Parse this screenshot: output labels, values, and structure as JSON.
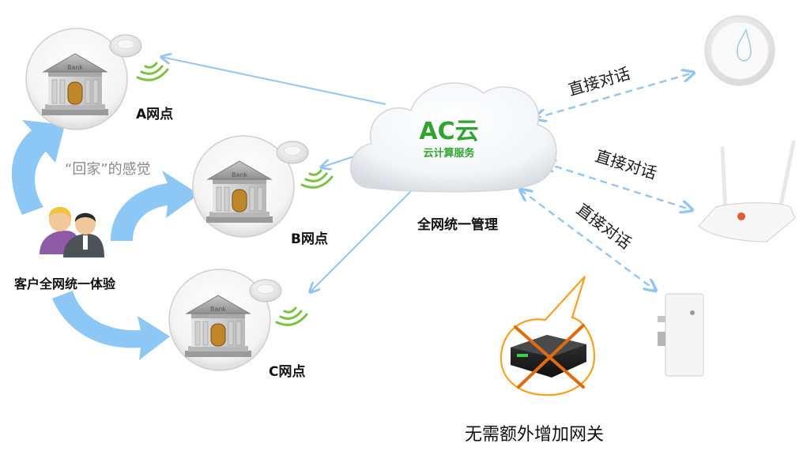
{
  "cloud": {
    "title": "AC云",
    "subtitle": "云计算服务",
    "caption": "全网统一管理"
  },
  "branches": [
    {
      "label": "A网点",
      "bank_text": "Bank"
    },
    {
      "label": "B网点",
      "bank_text": "Bank"
    },
    {
      "label": "C网点",
      "bank_text": "Bank"
    }
  ],
  "customer": {
    "caption": "客户全网统一体验",
    "feeling": "“回家”的感觉"
  },
  "devices": {
    "talk_labels": [
      "直接对话",
      "直接对话",
      "直接对话"
    ]
  },
  "gateway": {
    "caption": "无需额外增加网关"
  },
  "colors": {
    "cloud_green": "#2fa52f",
    "arrow_blue": "#92c5f2",
    "flow_blue": "#8dc7f5",
    "callout_orange": "#f4a21f",
    "cross_red": "#e06a10",
    "wifi_green": "#7cc242"
  }
}
